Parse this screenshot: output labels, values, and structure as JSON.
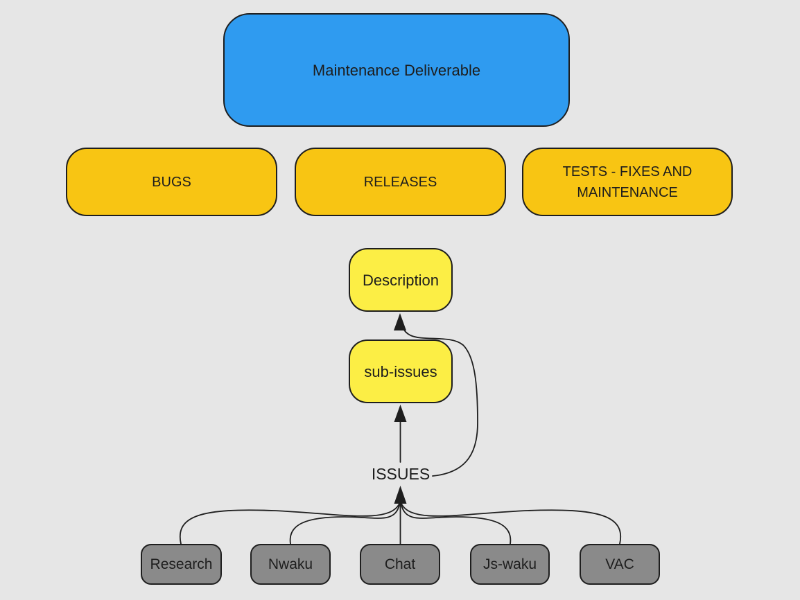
{
  "diagram": {
    "background_color": "#e6e6e6",
    "stroke_color": "#1e1e1e",
    "colors": {
      "blue": "#2f9bf0",
      "orange": "#f8c513",
      "yellow": "#fcee45",
      "gray": "#8a8a8a"
    },
    "nodes": {
      "root": {
        "label": "Maintenance Deliverable",
        "fill": "#2f9bf0"
      },
      "bugs": {
        "label": "BUGS",
        "fill": "#f8c513"
      },
      "releases": {
        "label": "RELEASES",
        "fill": "#f8c513"
      },
      "tests": {
        "label": "TESTS - FIXES AND MAINTENANCE",
        "fill": "#f8c513"
      },
      "description": {
        "label": "Description",
        "fill": "#fcee45"
      },
      "sub_issues": {
        "label": "sub-issues",
        "fill": "#fcee45"
      },
      "issues": {
        "label": "ISSUES"
      },
      "research": {
        "label": "Research",
        "fill": "#8a8a8a"
      },
      "nwaku": {
        "label": "Nwaku",
        "fill": "#8a8a8a"
      },
      "chat": {
        "label": "Chat",
        "fill": "#8a8a8a"
      },
      "js_waku": {
        "label": "Js-waku",
        "fill": "#8a8a8a"
      },
      "vac": {
        "label": "VAC",
        "fill": "#8a8a8a"
      }
    },
    "edges": [
      {
        "from": "ISSUES",
        "to": "sub-issues",
        "style": "straight-arrow"
      },
      {
        "from": "ISSUES",
        "to": "Description",
        "style": "curved-arrow"
      },
      {
        "from": "Research",
        "to": "ISSUES",
        "style": "curved"
      },
      {
        "from": "Nwaku",
        "to": "ISSUES",
        "style": "curved"
      },
      {
        "from": "Chat",
        "to": "ISSUES",
        "style": "straight"
      },
      {
        "from": "Js-waku",
        "to": "ISSUES",
        "style": "curved"
      },
      {
        "from": "VAC",
        "to": "ISSUES",
        "style": "curved"
      }
    ]
  }
}
